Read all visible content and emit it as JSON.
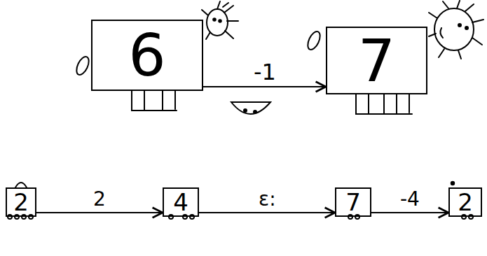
{
  "diagram": {
    "nodes": [
      {
        "text": [
          "6"
        ]
      },
      {
        "text": [
          "7"
        ]
      },
      {
        "text": [
          "2"
        ]
      },
      {
        "text": [
          "4"
        ]
      },
      {
        "text": [
          "7"
        ]
      },
      {
        "text": [
          "2"
        ]
      }
    ],
    "edges": [
      {
        "from": 0,
        "to": 1,
        "label": "-1",
        "arrow": "to"
      },
      {
        "from": 2,
        "to": 3,
        "label": "2",
        "arrow": "to"
      },
      {
        "from": 3,
        "to": 4,
        "label": "ε:",
        "arrow": "to"
      },
      {
        "from": 4,
        "to": 5,
        "label": "-4",
        "arrow": "to"
      }
    ]
  }
}
